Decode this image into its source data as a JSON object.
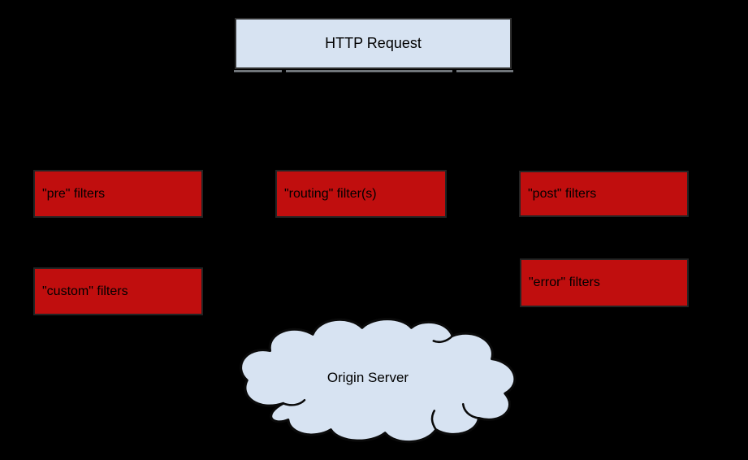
{
  "colors": {
    "background": "#000000",
    "blue_fill": "#d7e3f2",
    "red_fill": "#c00e0e",
    "outline": "#242424",
    "cloud_outline": "#0a0a0a",
    "connector_gray": "#70757a",
    "text": "#000000"
  },
  "nodes": {
    "http_request": {
      "label": "HTTP Request"
    },
    "pre_filters": {
      "label": "\"pre\" filters"
    },
    "routing_filters": {
      "label": "\"routing\" filter(s)"
    },
    "post_filters": {
      "label": "\"post\" filters"
    },
    "custom_filters": {
      "label": "\"custom\" filters"
    },
    "error_filters": {
      "label": "\"error\" filters"
    },
    "origin_server": {
      "label": "Origin Server"
    }
  }
}
